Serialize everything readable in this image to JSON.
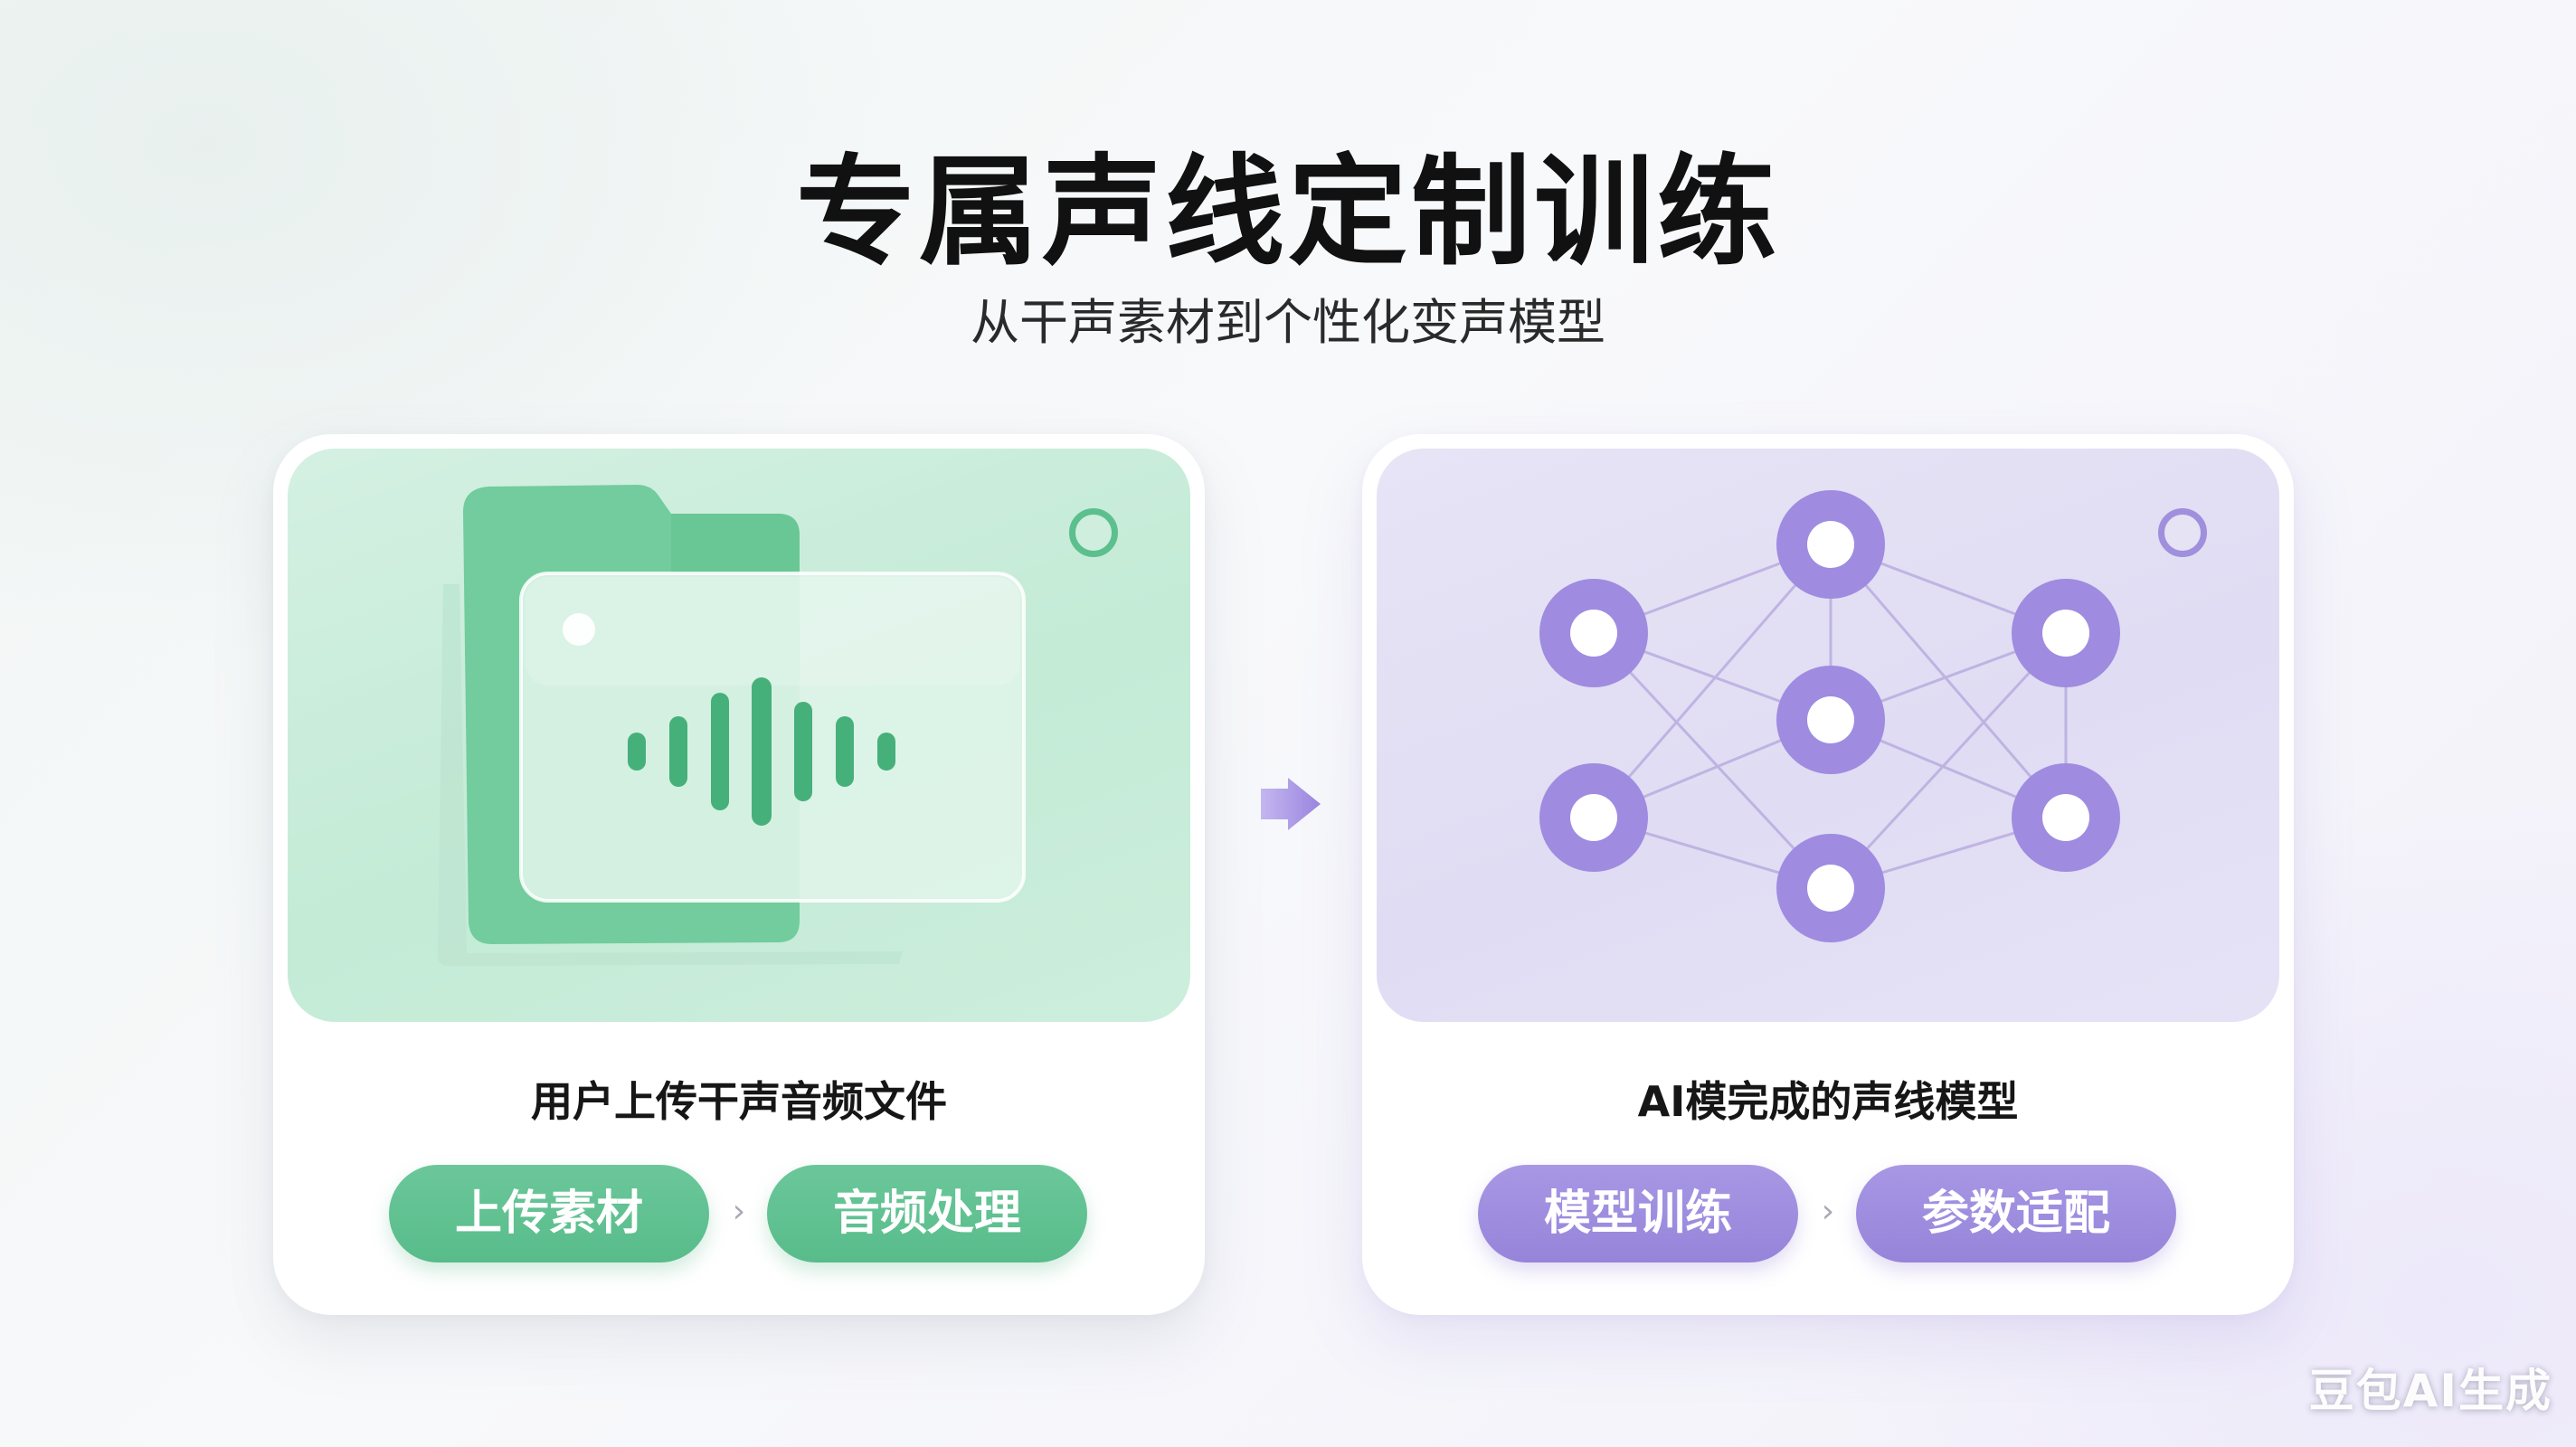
{
  "header": {
    "title": "专属声线定制训练",
    "subtitle": "从干声素材到个性化变声模型"
  },
  "left_card": {
    "caption": "用户上传干声音频文件",
    "steps": [
      "上传素材",
      "音频处理"
    ],
    "icon": "audio-folder-icon",
    "accent": "#5cbf8e"
  },
  "right_card": {
    "caption": "AI模完成的声线模型",
    "steps": [
      "模型训练",
      "参数适配"
    ],
    "icon": "neural-network-icon",
    "accent": "#9f8fdc"
  },
  "separator_icon": "chevron-right-icon",
  "flow_arrow_icon": "arrow-right-icon",
  "watermark": "豆包AI生成"
}
